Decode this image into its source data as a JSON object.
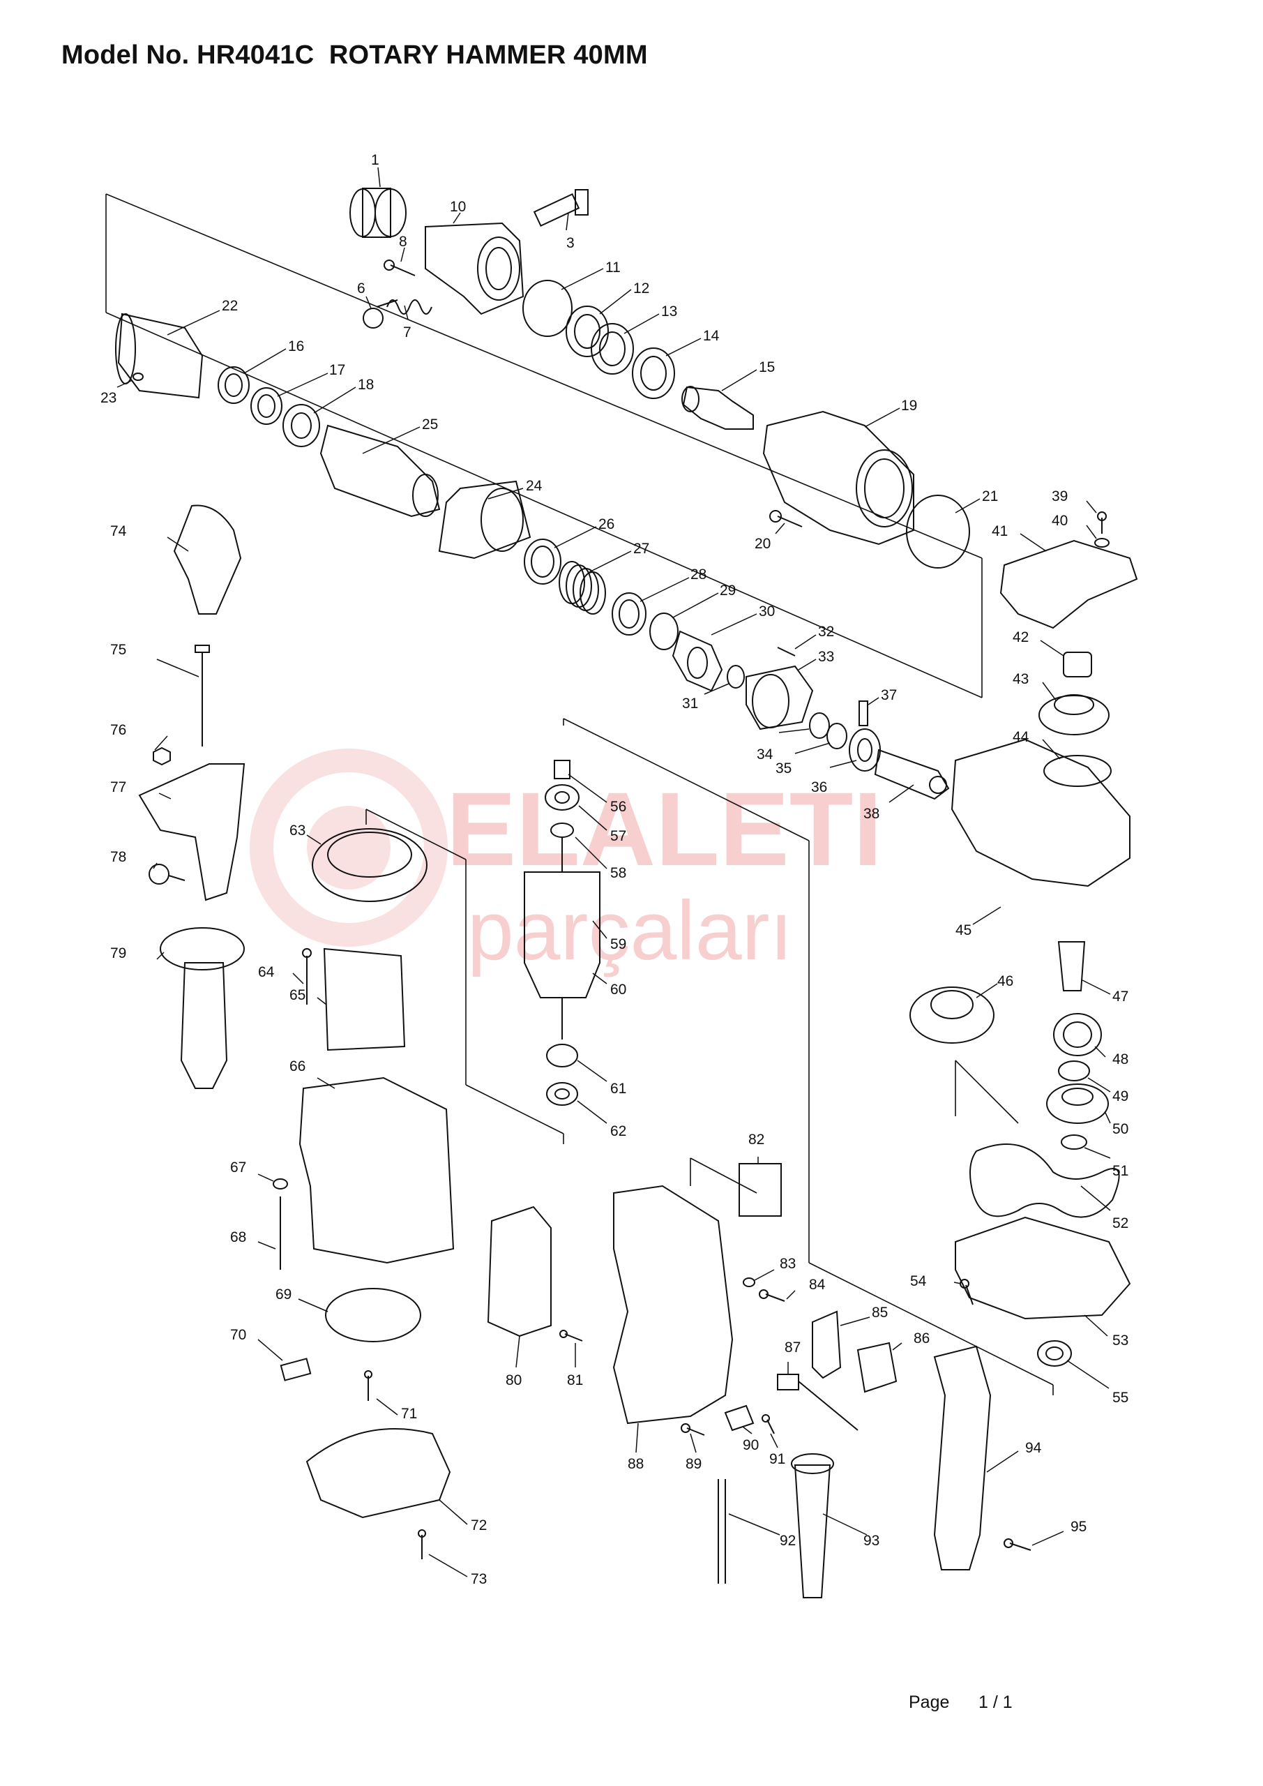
{
  "header": {
    "title": "Model No. HR4041C  ROTARY HAMMER 40MM"
  },
  "watermark": {
    "line1": "ELALETI",
    "line2": "parçaları"
  },
  "parts": [
    "1",
    "3",
    "6",
    "7",
    "8",
    "10",
    "11",
    "12",
    "13",
    "14",
    "15",
    "16",
    "17",
    "18",
    "19",
    "20",
    "21",
    "22",
    "23",
    "24",
    "25",
    "26",
    "27",
    "28",
    "29",
    "30",
    "31",
    "32",
    "33",
    "34",
    "35",
    "36",
    "37",
    "38",
    "39",
    "40",
    "41",
    "42",
    "43",
    "44",
    "45",
    "46",
    "47",
    "48",
    "49",
    "50",
    "51",
    "52",
    "53",
    "54",
    "55",
    "56",
    "57",
    "58",
    "59",
    "60",
    "61",
    "62",
    "63",
    "64",
    "65",
    "66",
    "67",
    "68",
    "69",
    "70",
    "71",
    "72",
    "73",
    "74",
    "75",
    "76",
    "77",
    "78",
    "79",
    "80",
    "81",
    "82",
    "83",
    "84",
    "85",
    "86",
    "87",
    "88",
    "89",
    "90",
    "91",
    "92",
    "93",
    "94",
    "95"
  ],
  "footer": {
    "page_label": "Page",
    "page_number": "1 / 1"
  },
  "colors": {
    "line": "#111111",
    "watermark": "#f2a8a8"
  }
}
